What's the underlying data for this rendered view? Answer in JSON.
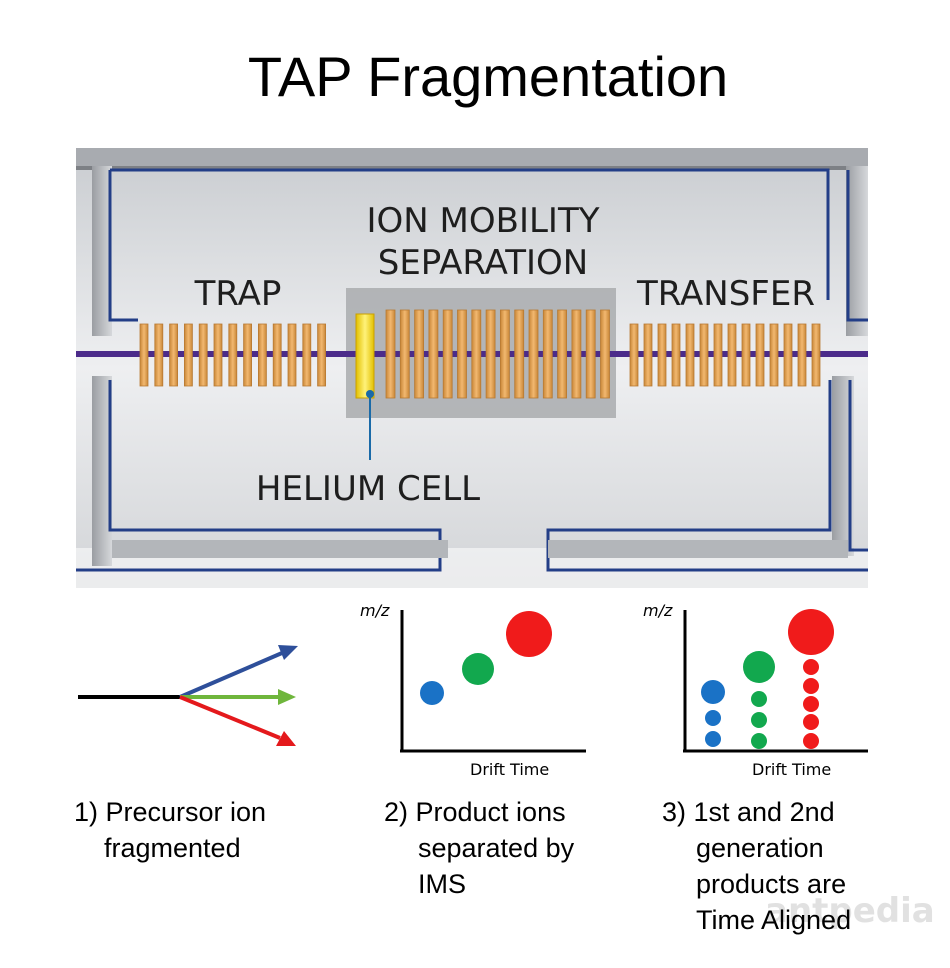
{
  "title": "TAP Fragmentation",
  "instrument": {
    "trap_label": "TRAP",
    "ims_label_line1": "ION MOBILITY",
    "ims_label_line2": "SEPARATION",
    "transfer_label": "TRANSFER",
    "helium_label": "HELIUM CELL"
  },
  "panels": [
    {
      "step_lines": [
        "1) Precursor ion",
        "fragmented"
      ],
      "arrow_colors": [
        "#2e4f9a",
        "#6fb63c",
        "#e4191c"
      ]
    },
    {
      "y_axis_label": "m/z",
      "x_axis_label": "Drift Time",
      "step_lines": [
        "2) Product ions",
        "separated by",
        "IMS"
      ]
    },
    {
      "y_axis_label": "m/z",
      "x_axis_label": "Drift Time",
      "step_lines": [
        "3) 1st and 2nd",
        "generation",
        "products are",
        "Time Aligned"
      ]
    }
  ],
  "colors": {
    "blue_ion": "#1a72c6",
    "green_ion": "#12a84e",
    "red_ion": "#f01b1b",
    "ion_path": "#4b2b8a",
    "electrode": "#e8a75a"
  },
  "watermark": "antpedia"
}
